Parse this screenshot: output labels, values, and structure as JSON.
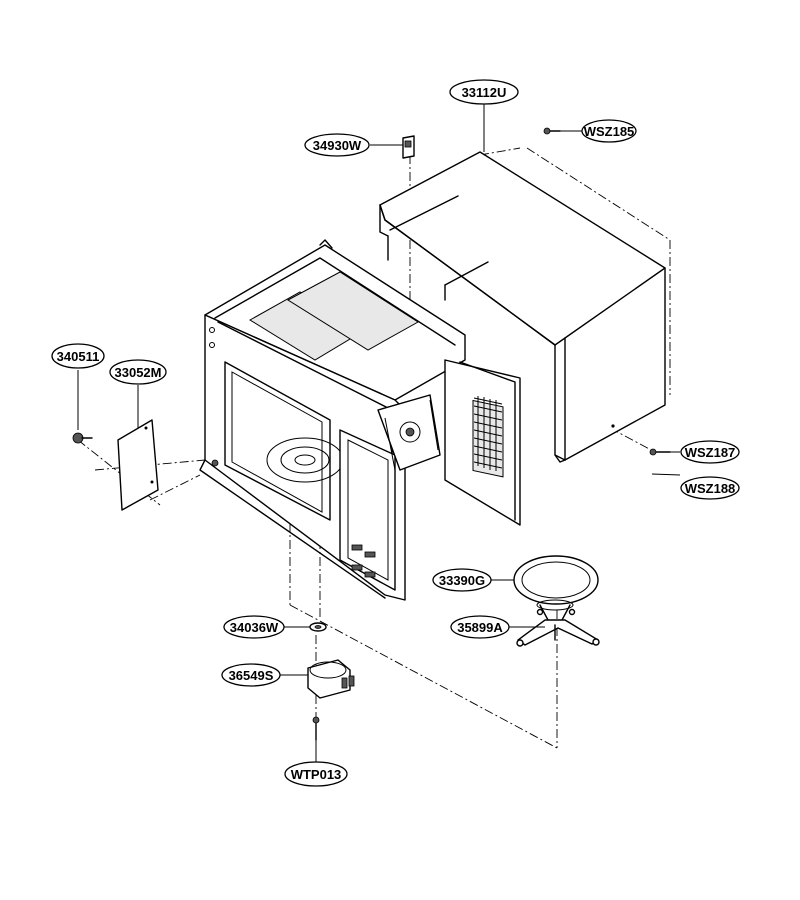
{
  "labels": {
    "cover": "33112U",
    "screw_top": "WSZ185",
    "latch_switch": "34930W",
    "clip": "340511",
    "waveguide_cover": "33052M",
    "screw_side_1": "WSZ187",
    "screw_side_2": "WSZ188",
    "glass_tray": "33390G",
    "roller_ring": "35899A",
    "coupler": "34036W",
    "motor": "36549S",
    "motor_screw": "WTP013"
  }
}
